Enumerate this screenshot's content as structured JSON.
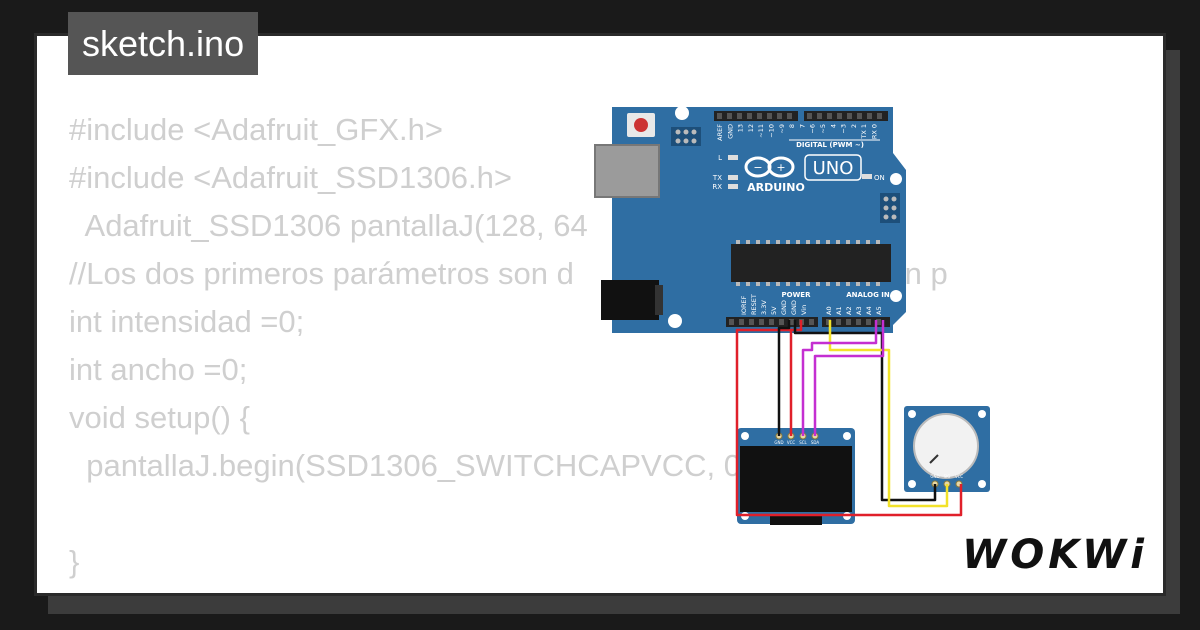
{
  "title": "sketch.ino",
  "code_lines": [
    "#include <Adafruit_GFX.h>",
    "#include <Adafruit_SSD1306.h>",
    "  Adafruit_SSD1306 pantallaJ(128, 64",
    "//Los dos primeros parámetros son d                   la pantalla en p",
    "int intensidad =0;",
    "int ancho =0;",
    "void setup() {",
    "  pantallaJ.begin(SSD1306_SWITCHCAPVCC, 0",
    "",
    "}"
  ],
  "brand": "WOKWi",
  "arduino": {
    "logo_text": "ARDUINO",
    "model": "UNO",
    "digital_label": "DIGITAL (PWM ~)",
    "power_label": "POWER",
    "analog_label": "ANALOG IN",
    "led_l": "L",
    "led_tx": "TX",
    "led_rx": "RX",
    "led_on": "ON",
    "digital_pins": [
      "AREF",
      "GND",
      "13",
      "12",
      "~11",
      "~10",
      "~9",
      "8",
      "7",
      "~6",
      "~5",
      "4",
      "~3",
      "2",
      "TX 1",
      "RX 0"
    ],
    "power_pins": [
      "IOREF",
      "RESET",
      "3.3V",
      "5V",
      "GND",
      "GND",
      "Vin"
    ],
    "analog_pins": [
      "A0",
      "A1",
      "A2",
      "A3",
      "A4",
      "A5"
    ]
  },
  "oled": {
    "pins": [
      "GND",
      "VCC",
      "SCL",
      "SDA"
    ]
  },
  "potentiometer": {
    "pins": [
      "GND",
      "SIG",
      "VCC"
    ]
  },
  "colors": {
    "board": "#2f6ea3",
    "wire_red": "#e0202a",
    "wire_black": "#111111",
    "wire_yellow": "#f2e22a",
    "wire_magenta": "#c42fd1"
  }
}
